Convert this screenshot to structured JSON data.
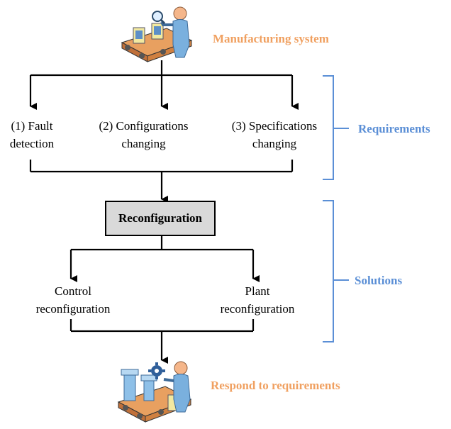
{
  "top_label": "Manufacturing system",
  "requirements": [
    {
      "line1": "(1) Fault",
      "line2": "detection"
    },
    {
      "line1": "(2) Configurations",
      "line2": "changing"
    },
    {
      "line1": "(3) Specifications",
      "line2": "changing"
    }
  ],
  "requirements_label": "Requirements",
  "center_box": "Reconfiguration",
  "solutions": [
    {
      "line1": "Control",
      "line2": "reconfiguration"
    },
    {
      "line1": "Plant",
      "line2": "reconfiguration"
    }
  ],
  "solutions_label": "Solutions",
  "bottom_label": "Respond to requirements",
  "colors": {
    "orange": "#f0a060",
    "blue": "#5b8fd6",
    "box_fill": "#d9d9d9"
  },
  "icons": {
    "top": "worker-inspecting-conveyor-icon",
    "bottom": "worker-repairing-conveyor-icon"
  }
}
